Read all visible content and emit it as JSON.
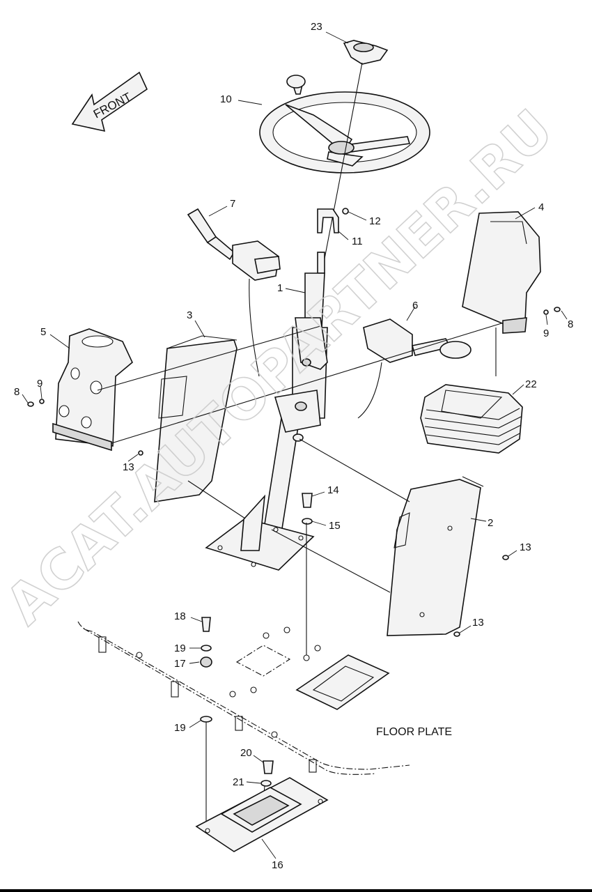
{
  "orientation_label": "FRONT",
  "floor_plate_label": "FLOOR PLATE",
  "watermark": "ACAT.AUTOPARTNER.RU",
  "callouts": [
    "23",
    "10",
    "7",
    "12",
    "11",
    "4",
    "1",
    "6",
    "3",
    "5",
    "9",
    "8",
    "9",
    "8",
    "22",
    "13",
    "14",
    "15",
    "2",
    "13",
    "13",
    "18",
    "19",
    "17",
    "19",
    "20",
    "21",
    "16"
  ]
}
